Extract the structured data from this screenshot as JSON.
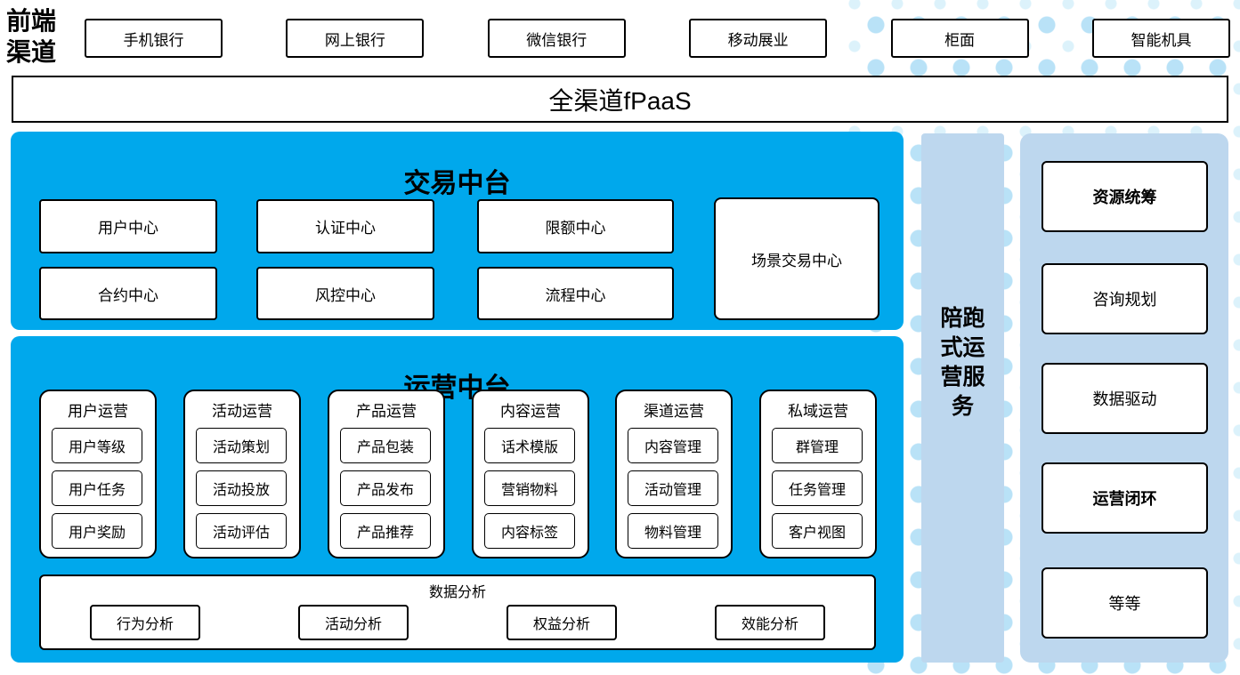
{
  "front_channels": {
    "label": "前端渠道",
    "items": [
      "手机银行",
      "网上银行",
      "微信银行",
      "移动展业",
      "柜面",
      "智能机具"
    ]
  },
  "fpaas": {
    "label": "全渠道fPaaS"
  },
  "transaction": {
    "title": "交易中台",
    "centers": [
      "用户中心",
      "认证中心",
      "限额中心",
      "合约中心",
      "风控中心",
      "流程中心"
    ],
    "scenario_center": "场景交易中心"
  },
  "operations": {
    "title": "运营中台",
    "groups": [
      {
        "title": "用户运营",
        "items": [
          "用户等级",
          "用户任务",
          "用户奖励"
        ]
      },
      {
        "title": "活动运营",
        "items": [
          "活动策划",
          "活动投放",
          "活动评估"
        ]
      },
      {
        "title": "产品运营",
        "items": [
          "产品包装",
          "产品发布",
          "产品推荐"
        ]
      },
      {
        "title": "内容运营",
        "items": [
          "话术模版",
          "营销物料",
          "内容标签"
        ]
      },
      {
        "title": "渠道运营",
        "items": [
          "内容管理",
          "活动管理",
          "物料管理"
        ]
      },
      {
        "title": "私域运营",
        "items": [
          "群管理",
          "任务管理",
          "客户视图"
        ]
      }
    ],
    "data_analysis": {
      "title": "数据分析",
      "items": [
        "行为分析",
        "活动分析",
        "权益分析",
        "效能分析"
      ]
    }
  },
  "side_service": {
    "label": "陪跑式运营服务"
  },
  "right_panel": {
    "items": [
      "资源统筹",
      "咨询规划",
      "数据驱动",
      "运营闭环",
      "等等"
    ]
  },
  "colors": {
    "primary_blue": "#00A8EC",
    "light_blue": "#BDD7EE",
    "dot_light": "#DCF2FB",
    "dot_medium": "#B9E2F7"
  }
}
